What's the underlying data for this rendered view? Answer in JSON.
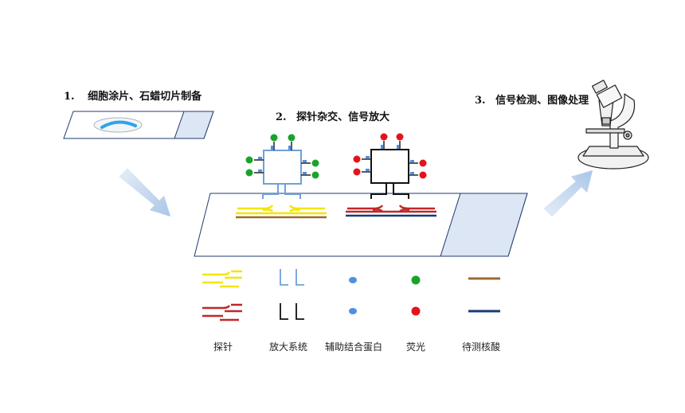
{
  "steps": [
    {
      "number": "1.",
      "label": "细胞涂片、石蜡切片制备"
    },
    {
      "number": "2.",
      "label": "探针杂交、信号放大"
    },
    {
      "number": "3.",
      "label": "信号检测、图像处理"
    }
  ],
  "legend": [
    {
      "label": "探针",
      "icon": "probe-icon"
    },
    {
      "label": "放大系统",
      "icon": "amplifier-icon"
    },
    {
      "label": "辅助结合蛋白",
      "icon": "binding-protein-icon"
    },
    {
      "label": "荧光",
      "icon": "fluorophore-icon"
    },
    {
      "label": "待测核酸",
      "icon": "target-nucleic-acid-icon"
    }
  ],
  "colors": {
    "slide_fill": "#ffffff",
    "slide_frosted": "#dce6f5",
    "slide_border": "#1f3b6e",
    "arrow": "#bcd4ee",
    "probe_yellow": "#f2e600",
    "probe_red": "#c0282a",
    "amp_blue": "#6fa0d8",
    "amp_black": "#111111",
    "protein_blue": "#4f8fe6",
    "fluor_green": "#1aa32b",
    "fluor_red": "#e2141b",
    "target_brown": "#9b6b2e",
    "target_navy": "#163a78",
    "cell_blue": "#2fa4e7"
  }
}
